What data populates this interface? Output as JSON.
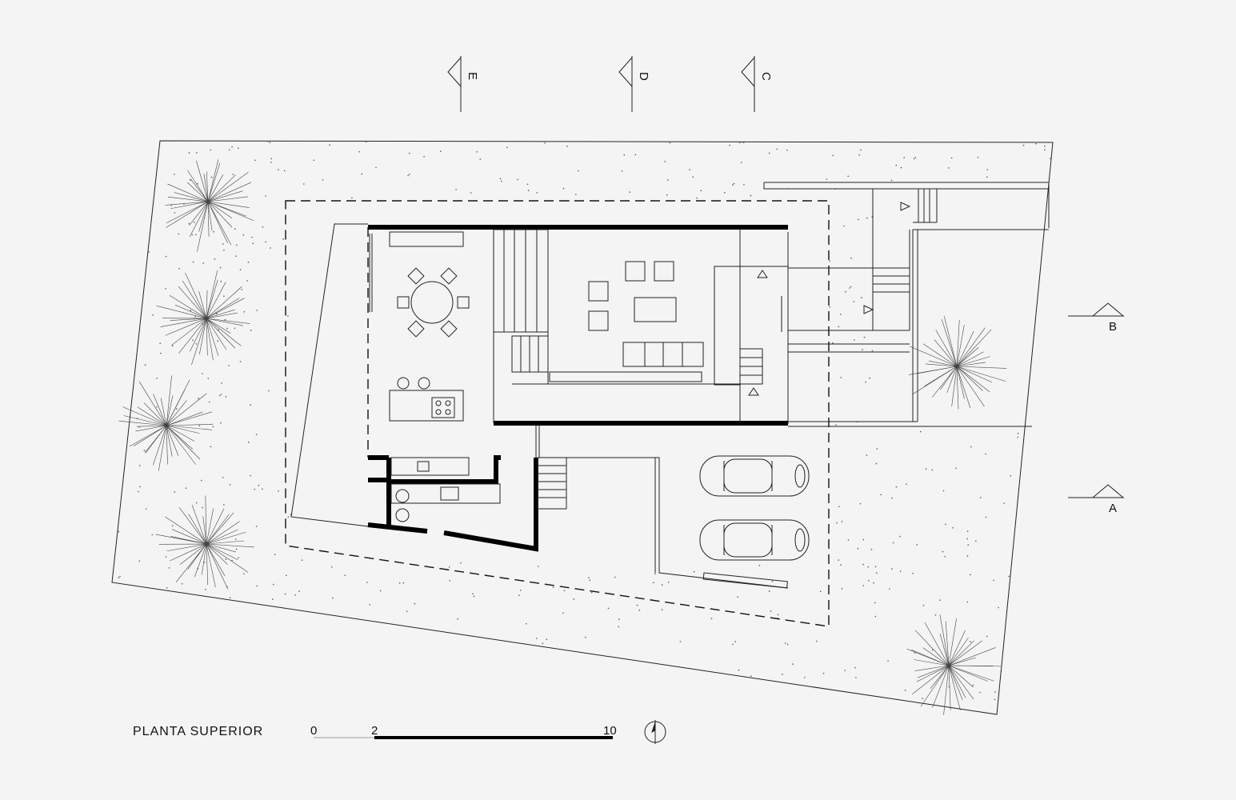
{
  "plan": {
    "title": "PLANTA SUPERIOR",
    "scale_labels": [
      "0",
      "2",
      "10"
    ]
  },
  "sections": {
    "top": [
      "E",
      "D",
      "C"
    ],
    "right": [
      "B",
      "A"
    ]
  },
  "icons": {
    "north": "north-arrow-icon",
    "tree": "tree-icon",
    "car": "car-icon",
    "section": "section-marker-icon"
  }
}
